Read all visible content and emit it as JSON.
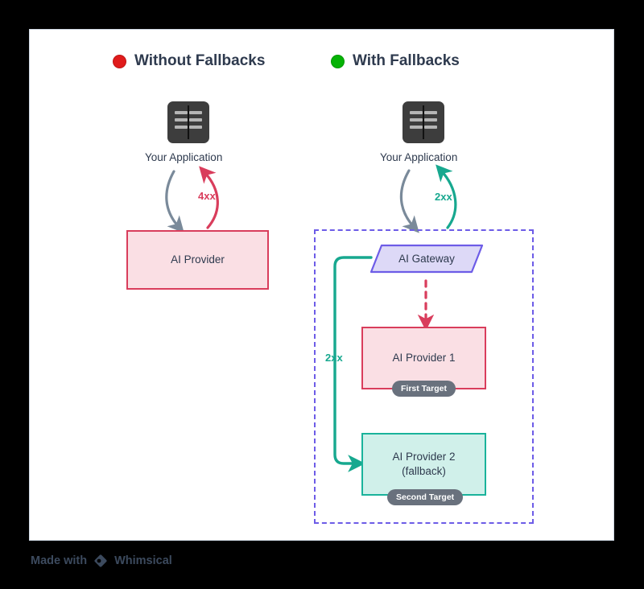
{
  "canvas": {
    "background": "#000000",
    "card_background": "#ffffff",
    "card_border": "#cfd8e3"
  },
  "panels": [
    {
      "id": "without-fallbacks",
      "title": "Without Fallbacks",
      "status_dot": "red-circle-icon",
      "status_color": "#e01b1b"
    },
    {
      "id": "with-fallbacks",
      "title": "With Fallbacks",
      "status_dot": "green-circle-icon",
      "status_color": "#05b305"
    }
  ],
  "left_panel": {
    "app_node": {
      "icon": "server-icon",
      "label": "Your Application"
    },
    "provider_node": {
      "label": "AI Provider",
      "fill": "#fadfe4",
      "stroke": "#d93d5c"
    },
    "edges": [
      {
        "name": "request",
        "label": "",
        "color": "#7a8a9a",
        "style": "solid"
      },
      {
        "name": "error-response",
        "label": "4xx",
        "color": "#d93d5c",
        "style": "solid"
      }
    ]
  },
  "right_panel": {
    "app_node": {
      "icon": "server-icon",
      "label": "Your Application"
    },
    "gateway_node": {
      "label": "AI Gateway",
      "fill": "#ddd9f7",
      "stroke": "#6d5ce7"
    },
    "provider1_node": {
      "label": "AI Provider 1",
      "badge": "First Target",
      "fill": "#fadfe4",
      "stroke": "#d93d5c"
    },
    "provider2_node": {
      "line1": "AI Provider 2",
      "line2": "(fallback)",
      "badge": "Second Target",
      "fill": "#d0f0ea",
      "stroke": "#1ab39b"
    },
    "group": {
      "stroke": "#6d5ce7",
      "style": "dashed"
    },
    "edges": [
      {
        "name": "request",
        "label": "",
        "color": "#7a8a9a",
        "style": "solid"
      },
      {
        "name": "success-response",
        "label": "2xx",
        "color": "#17a88f",
        "style": "solid"
      },
      {
        "name": "gateway-to-provider1",
        "label": "",
        "color": "#d93d5c",
        "style": "dashed"
      },
      {
        "name": "fallback-success",
        "label": "2xx",
        "color": "#17a88f",
        "style": "solid"
      }
    ]
  },
  "watermark": {
    "text": "Made with",
    "brand": "Whimsical",
    "logo": "whimsical-diamond-icon",
    "color": "#3c4a5e"
  }
}
